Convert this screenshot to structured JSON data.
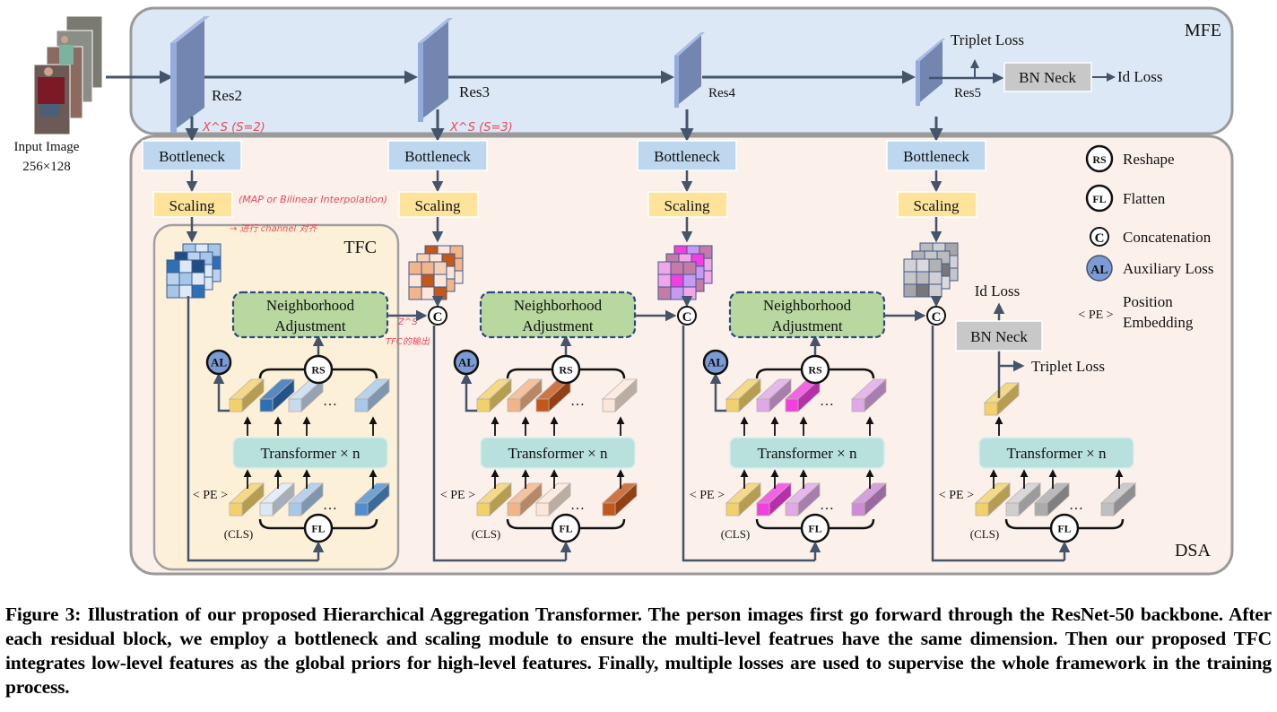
{
  "input": {
    "label_line1": "Input Image",
    "label_line2": "256×128"
  },
  "mfe": {
    "title": "MFE",
    "stages": [
      "Res2",
      "Res3",
      "Res4",
      "Res5"
    ],
    "triplet_loss": "Triplet Loss",
    "bn_neck": "BN Neck",
    "id_loss": "Id Loss"
  },
  "dsa": {
    "title": "DSA",
    "bottleneck": "Bottleneck",
    "scaling": "Scaling",
    "tfc_label": "TFC",
    "neighborhood_line1": "Neighborhood",
    "neighborhood_line2": "Adjustment",
    "transformer": "Transformer × n",
    "pe": "< PE >",
    "cls": "(CLS)",
    "ellipsis": "…",
    "rs": "RS",
    "fl": "FL",
    "concat": "C",
    "al": "AL",
    "final_id_loss": "Id Loss",
    "final_bn_neck": "BN Neck",
    "final_triplet_loss": "Triplet Loss"
  },
  "legend": [
    {
      "symbol": "RS",
      "label": "Reshape"
    },
    {
      "symbol": "FL",
      "label": "Flatten"
    },
    {
      "symbol": "C",
      "label": "Concatenation"
    },
    {
      "symbol": "AL",
      "label": "Auxiliary Loss"
    },
    {
      "symbol": "< PE >",
      "label_line1": "Position",
      "label_line2": "Embedding"
    }
  ],
  "annotations": {
    "xs2": "X^S (S=2)",
    "xs3": "X^S (S=3)",
    "scaling_note": "(MAP or Bilinear Interpolation)",
    "scaling_note2": "→ 进行 channel 对齐",
    "tfc_note1": "Z^S",
    "tfc_note2": "TFC的输出"
  },
  "colors": {
    "mfe_bg": "#dce8f5",
    "dsa_bg": "#fcf0eb",
    "tfc_bg": "#fdf0d8",
    "bottleneck": "#bcd7ee",
    "scaling": "#fde49a",
    "neighborhood": "#b9d8a0",
    "transformer": "#b8e0dc",
    "bn_neck": "#c8c8c8",
    "al": "#7b9bd6",
    "arrow": "#44546a"
  },
  "caption": "Figure 3: Illustration of our proposed Hierarchical Aggregation Transformer. The person images first go forward through the ResNet-50 backbone. After each residual block, we employ a bottleneck and scaling module to ensure the multi-level featrues have the same dimension. Then our proposed TFC integrates low-level features as the global priors for high-level features. Finally, multiple losses are used to supervise the whole framework in the training process."
}
